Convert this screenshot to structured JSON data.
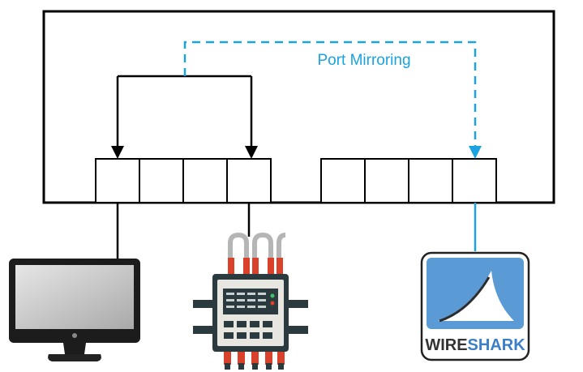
{
  "diagram": {
    "mirror_label": "Port Mirroring",
    "wireshark_logo": {
      "prefix": "WIRE",
      "suffix": "SHARK"
    },
    "colors": {
      "outline": "#000000",
      "mirror": "#1aa3e0",
      "wireshark_blue": "#5b9bd5",
      "wireshark_text_dark": "#333333",
      "wireshark_text_blue": "#3a7fc8",
      "cable_red": "#d9412b",
      "cable_grey": "#b5b5b5",
      "device_body": "#2a3a3f",
      "monitor_screen": "#cfcfcf"
    },
    "nodes": [
      {
        "id": "switch",
        "icon": "switch-chassis"
      },
      {
        "id": "pc",
        "icon": "desktop-monitor-icon"
      },
      {
        "id": "device",
        "icon": "network-appliance-icon"
      },
      {
        "id": "wireshark",
        "icon": "wireshark-logo-icon"
      }
    ]
  }
}
